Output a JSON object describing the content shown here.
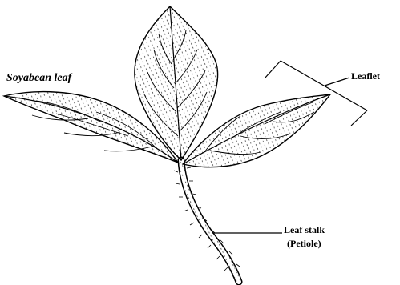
{
  "title": "Soyabean leaf",
  "labels": {
    "leaflet": "Leaflet",
    "stalk_line1": "Leaf stalk",
    "stalk_line2": "(Petiole)"
  },
  "colors": {
    "ink": "#000000",
    "paper": "#ffffff"
  }
}
